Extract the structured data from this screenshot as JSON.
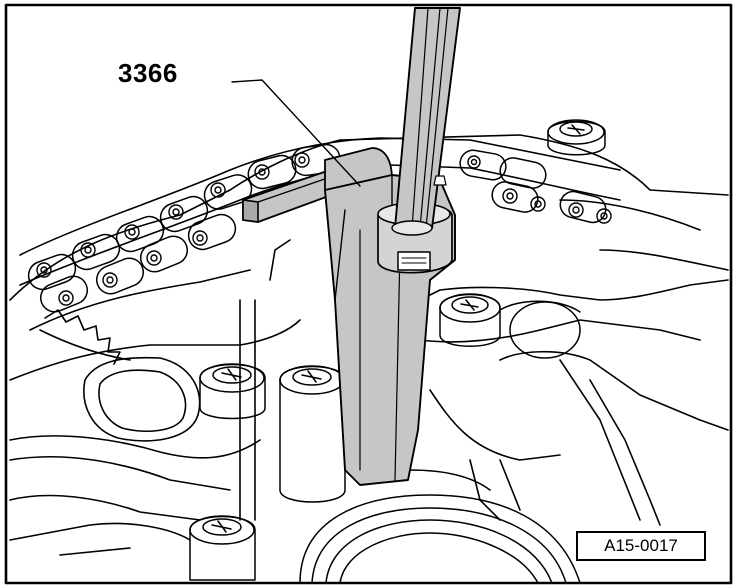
{
  "figure": {
    "part_label": "3366",
    "reference_code": "A15-0017"
  },
  "colors": {
    "line": "#000000",
    "background": "#ffffff",
    "tool_fill": "#c6c6c6",
    "tool_shade": "#a9a9a9"
  },
  "icons": {
    "tool": "camshaft-locating-tool-3366",
    "chain": "timing-chain",
    "bolts": "cylinder-head-bolts"
  }
}
